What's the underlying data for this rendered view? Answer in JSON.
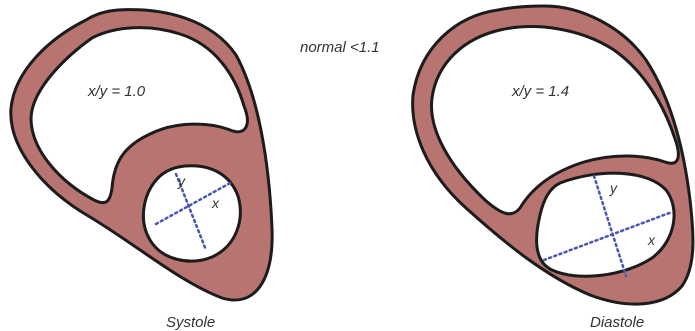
{
  "colors": {
    "wall_fill": "#b87470",
    "outline": "#1c1c1c",
    "cavity_fill": "#ffffff",
    "axis_color": "#4a55b3",
    "text": "#333333"
  },
  "reference_label": "normal <1.1",
  "left_heart": {
    "ratio_label": "x/y = 1.0",
    "axis_x_label": "x",
    "axis_y_label": "y",
    "caption": "Systole"
  },
  "right_heart": {
    "ratio_label": "x/y = 1.4",
    "axis_x_label": "x",
    "axis_y_label": "y",
    "caption": "Diastole"
  }
}
